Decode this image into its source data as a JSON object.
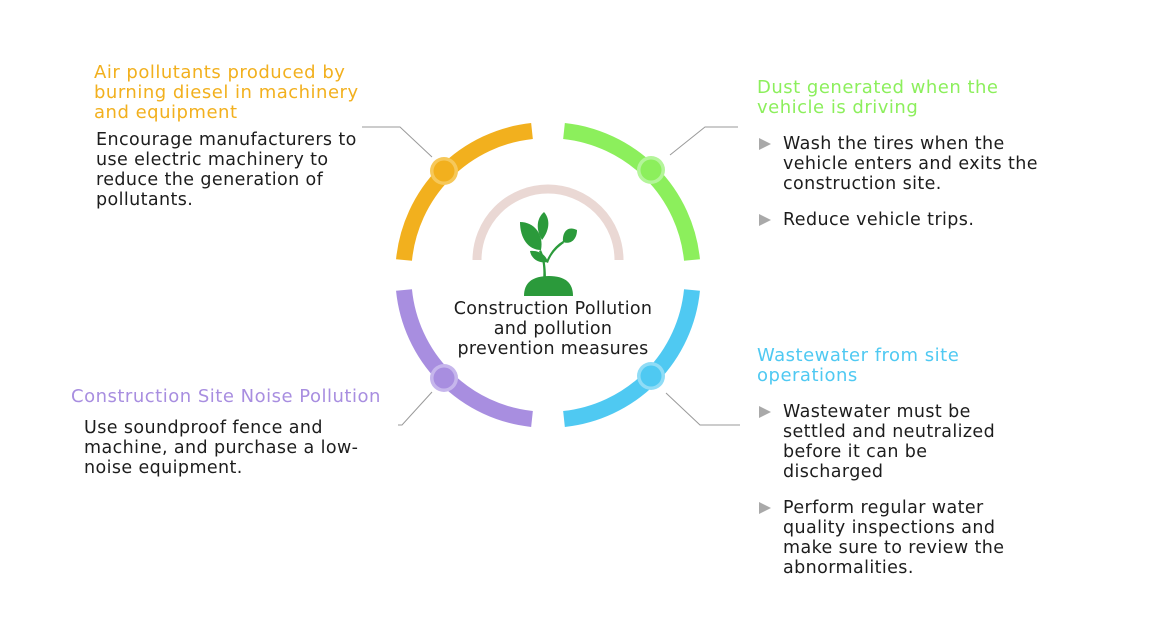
{
  "colors": {
    "amber": "#f2b01e",
    "green": "#8cef5c",
    "blue": "#4fc9f2",
    "purple": "#a88ee0",
    "inner_arc": "#ead8d4",
    "plant_green": "#2b9a3b",
    "bullet_gray": "#a9a9a9",
    "leader_gray": "#9a9a9a"
  },
  "center": {
    "title": "Construction Pollution and pollution prevention measures",
    "icon": "plant-sprout-icon"
  },
  "air": {
    "heading": "Air pollutants produced by burning diesel in machinery and equipment",
    "body": "Encourage manufacturers to use electric machinery to reduce the generation of pollutants."
  },
  "dust": {
    "heading": "Dust generated when the vehicle is driving",
    "bullets": [
      "Wash the tires when the vehicle enters and exits the construction site.",
      "Reduce vehicle trips."
    ]
  },
  "noise": {
    "heading": "Construction Site Noise Pollution",
    "body": "Use soundproof fence and machine, and purchase a low-noise equipment."
  },
  "water": {
    "heading": "Wastewater from site operations",
    "bullets": [
      "Wastewater must be settled and neutralized before it can be discharged",
      "Perform regular water quality inspections and make sure to review the abnormalities."
    ]
  }
}
